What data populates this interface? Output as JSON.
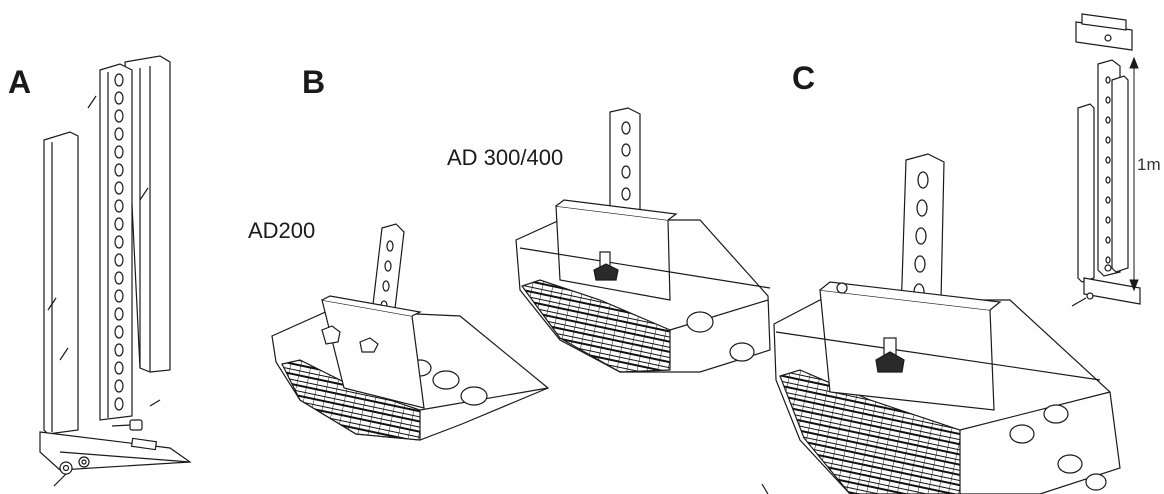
{
  "labels": {
    "a": "A",
    "b": "B",
    "c": "C",
    "ad200": "AD200",
    "ad300_400": "AD 300/400",
    "length": "1m"
  },
  "colors": {
    "ink": "#1a1a1a",
    "light_fill": "#f2f2f2",
    "dark_fill": "#2a2a2a"
  }
}
